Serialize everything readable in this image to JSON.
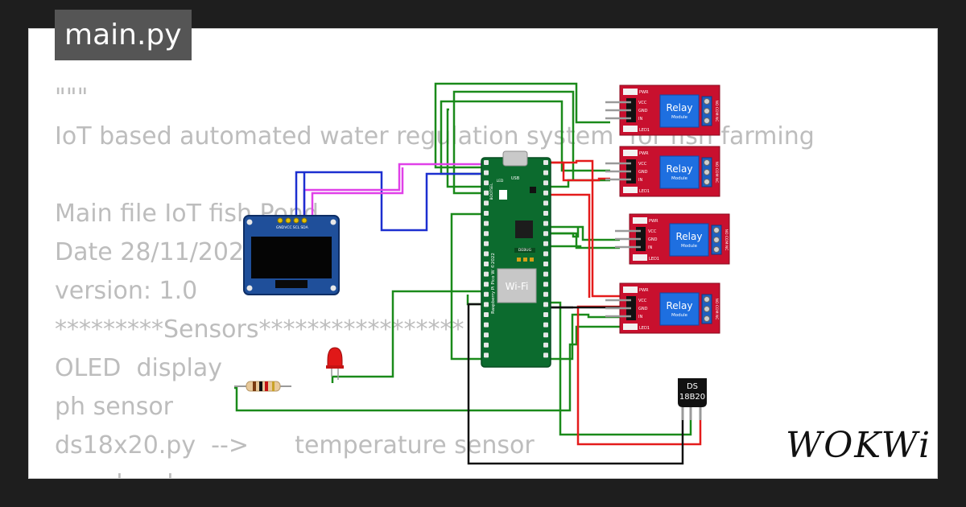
{
  "file_tab": {
    "title": "main.py"
  },
  "code": {
    "lines": [
      "\"\"\"",
      "IoT based automated water regulation system  for fish farming",
      "",
      "Main file IoT fish Pond",
      "Date 28/11/2023",
      "version: 1.0",
      "*********Sensors*****************",
      "OLED  display",
      "ph sensor",
      "ds18x20.py  -->      temperature sensor",
      "        level sensor"
    ]
  },
  "board": {
    "name": "Raspberry Pi Pico W ©2022",
    "usb_label": "USB",
    "bootsel_label": "BOOTSEL",
    "led_label": "LED",
    "wifi_label": "Wi-Fi",
    "debug_label": "DEBUG"
  },
  "oled": {
    "pins": [
      "GND",
      "VCC",
      "SCL",
      "SDA"
    ]
  },
  "relays": [
    {
      "title": "Relay",
      "subtitle": "Module",
      "pins": [
        "VCC",
        "GND",
        "IN"
      ],
      "pwr": "PWR",
      "led": "LED1",
      "terminals": "NO COM NC"
    },
    {
      "title": "Relay",
      "subtitle": "Module",
      "pins": [
        "VCC",
        "GND",
        "IN"
      ],
      "pwr": "PWR",
      "led": "LED1",
      "terminals": "NO COM NC"
    },
    {
      "title": "Relay",
      "subtitle": "Module",
      "pins": [
        "VCC",
        "GND",
        "IN"
      ],
      "pwr": "PWR",
      "led": "LED1",
      "terminals": "NO COM NC"
    },
    {
      "title": "Relay",
      "subtitle": "Module",
      "pins": [
        "VCC",
        "GND",
        "IN"
      ],
      "pwr": "PWR",
      "led": "LED1",
      "terminals": "NO COM NC"
    }
  ],
  "temp_sensor": {
    "line1": "DS",
    "line2": "18B20"
  },
  "brand": {
    "name": "WOKWi"
  },
  "colors": {
    "wire_green": "#1a8a1a",
    "wire_red": "#e41b1b",
    "wire_black": "#111111",
    "wire_blue": "#1c2fd0",
    "wire_magenta": "#e040e8",
    "board_green": "#0c6b2e",
    "relay_red": "#c8102e",
    "relay_blue": "#1e6fe0",
    "oled_blue": "#1f4f9a"
  }
}
